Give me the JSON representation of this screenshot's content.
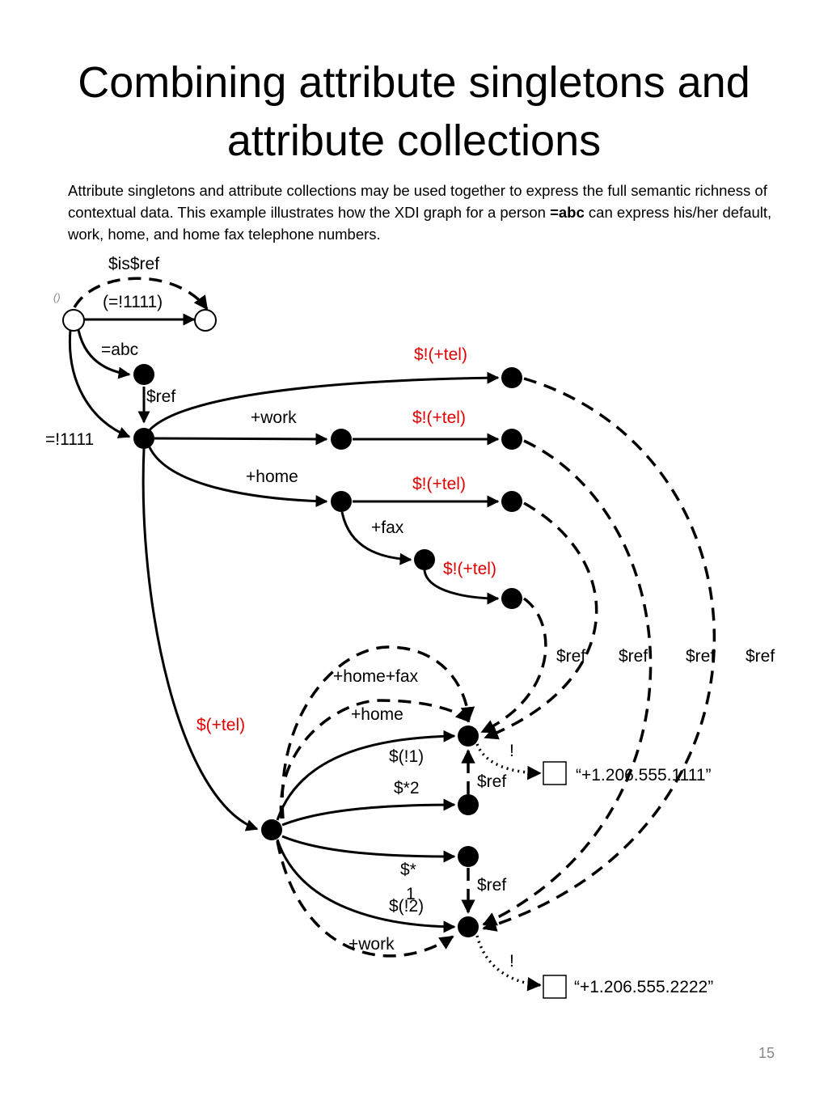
{
  "title": "Combining attribute singletons and attribute collections",
  "description": {
    "line1": "Attribute singletons and attribute collections may be used together to express the full semantic richness of contextual data. This example illustrates how the XDI graph for a person ",
    "bold": "=abc",
    "line2": " can express his/her default, work, home, and home fax telephone numbers."
  },
  "labels": {
    "root": "()",
    "is_ref": "$is$ref",
    "inumber_arc": "(=!1111)",
    "abc": "=abc",
    "ref_main": "$ref",
    "inumber": "=!1111",
    "work": "+work",
    "home": "+home",
    "fax": "+fax",
    "tel1": "$!(+tel)",
    "tel2": "$!(+tel)",
    "tel3": "$!(+tel)",
    "tel4": "$!(+tel)",
    "ref_a": "$ref",
    "ref_b": "$ref",
    "ref_c": "$ref",
    "ref_d": "$ref",
    "tel_collection": "$(+tel)",
    "home_fax": "+home+fax",
    "home2": "+home",
    "member1": "$(!1)",
    "star2": "$*2",
    "star1a": "$*",
    "star1b": "1",
    "member2": "$(!2)",
    "work2": "+work",
    "ref_e": "$ref",
    "ref_f": "$ref",
    "bang1": "!",
    "bang2": "!",
    "value1": "“+1.206.555.1111”",
    "value2": "“+1.206.555.2222”"
  },
  "page_number": "15"
}
